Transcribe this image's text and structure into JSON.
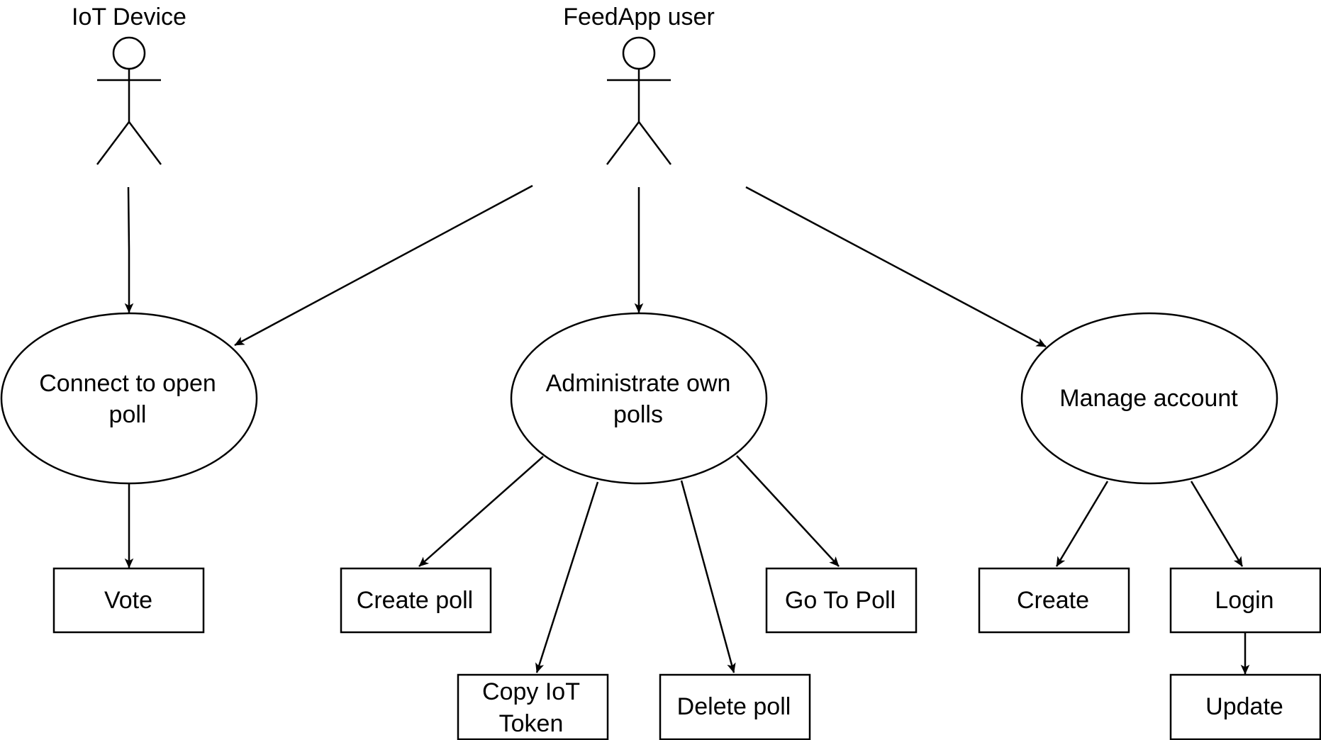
{
  "actors": {
    "iot_device": "IoT Device",
    "feedapp_user": "FeedApp user"
  },
  "use_cases": {
    "connect_line1": "Connect to open",
    "connect_line2": "poll",
    "admin_line1": "Administrate own",
    "admin_line2": "polls",
    "manage": "Manage account"
  },
  "actions": {
    "vote": "Vote",
    "create_poll": "Create poll",
    "copy_line1": "Copy IoT",
    "copy_line2": "Token",
    "delete_poll": "Delete poll",
    "go_to_poll": "Go To Poll",
    "create": "Create",
    "login": "Login",
    "update": "Update"
  },
  "colors": {
    "stroke": "#000000",
    "background": "#ffffff"
  }
}
